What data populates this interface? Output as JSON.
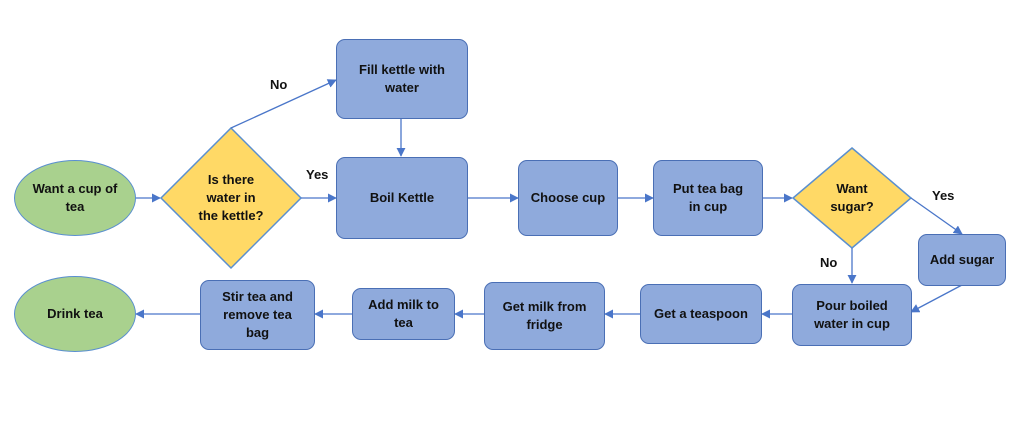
{
  "colors": {
    "process_fill": "#8faadc",
    "process_border": "#4a6fb5",
    "decision_fill": "#ffd966",
    "terminal_fill": "#a9d18e",
    "arrow": "#4a76c9"
  },
  "nodes": {
    "start": "Want a cup of tea",
    "decision_water": "Is there water in the kettle?",
    "fill_kettle": "Fill kettle with water",
    "boil_kettle": "Boil Kettle",
    "choose_cup": "Choose cup",
    "put_tea_bag": "Put tea bag in cup",
    "decision_sugar": "Want sugar?",
    "add_sugar": "Add sugar",
    "pour_water": "Pour boiled water in cup",
    "get_teaspoon": "Get a teaspoon",
    "get_milk": "Get milk from fridge",
    "add_milk": "Add milk to tea",
    "stir_tea": "Stir tea and remove tea bag",
    "end": "Drink tea"
  },
  "edge_labels": {
    "water_no": "No",
    "water_yes": "Yes",
    "sugar_yes": "Yes",
    "sugar_no": "No"
  }
}
